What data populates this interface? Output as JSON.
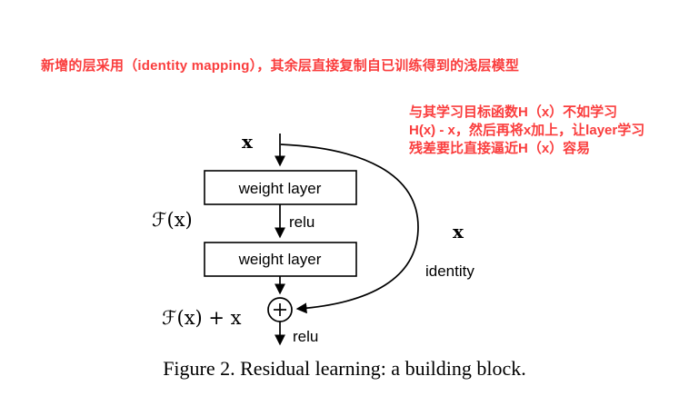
{
  "colors": {
    "annotation_red": "#fa3d3d",
    "diagram_black": "#000000"
  },
  "annotations": {
    "top_note": "新增的层采用（identity mapping），其余层直接复制自已训练得到的浅层模型",
    "side_note_lines": [
      "与其学习目标函数H（x）不如学习",
      "H(x) - x，然后再将x加上，让layer学习",
      "残差要比直接逼近H（x）容易"
    ]
  },
  "diagram": {
    "input_label": "x",
    "weight_layer_1": "weight layer",
    "relu_mid": "relu",
    "weight_layer_2": "weight layer",
    "residual_function_label": "ℱ(x)",
    "output_label": "ℱ(x) + x",
    "relu_out": "relu",
    "skip_x_label": "x",
    "identity_label": "identity"
  },
  "caption": "Figure 2. Residual learning: a building block."
}
